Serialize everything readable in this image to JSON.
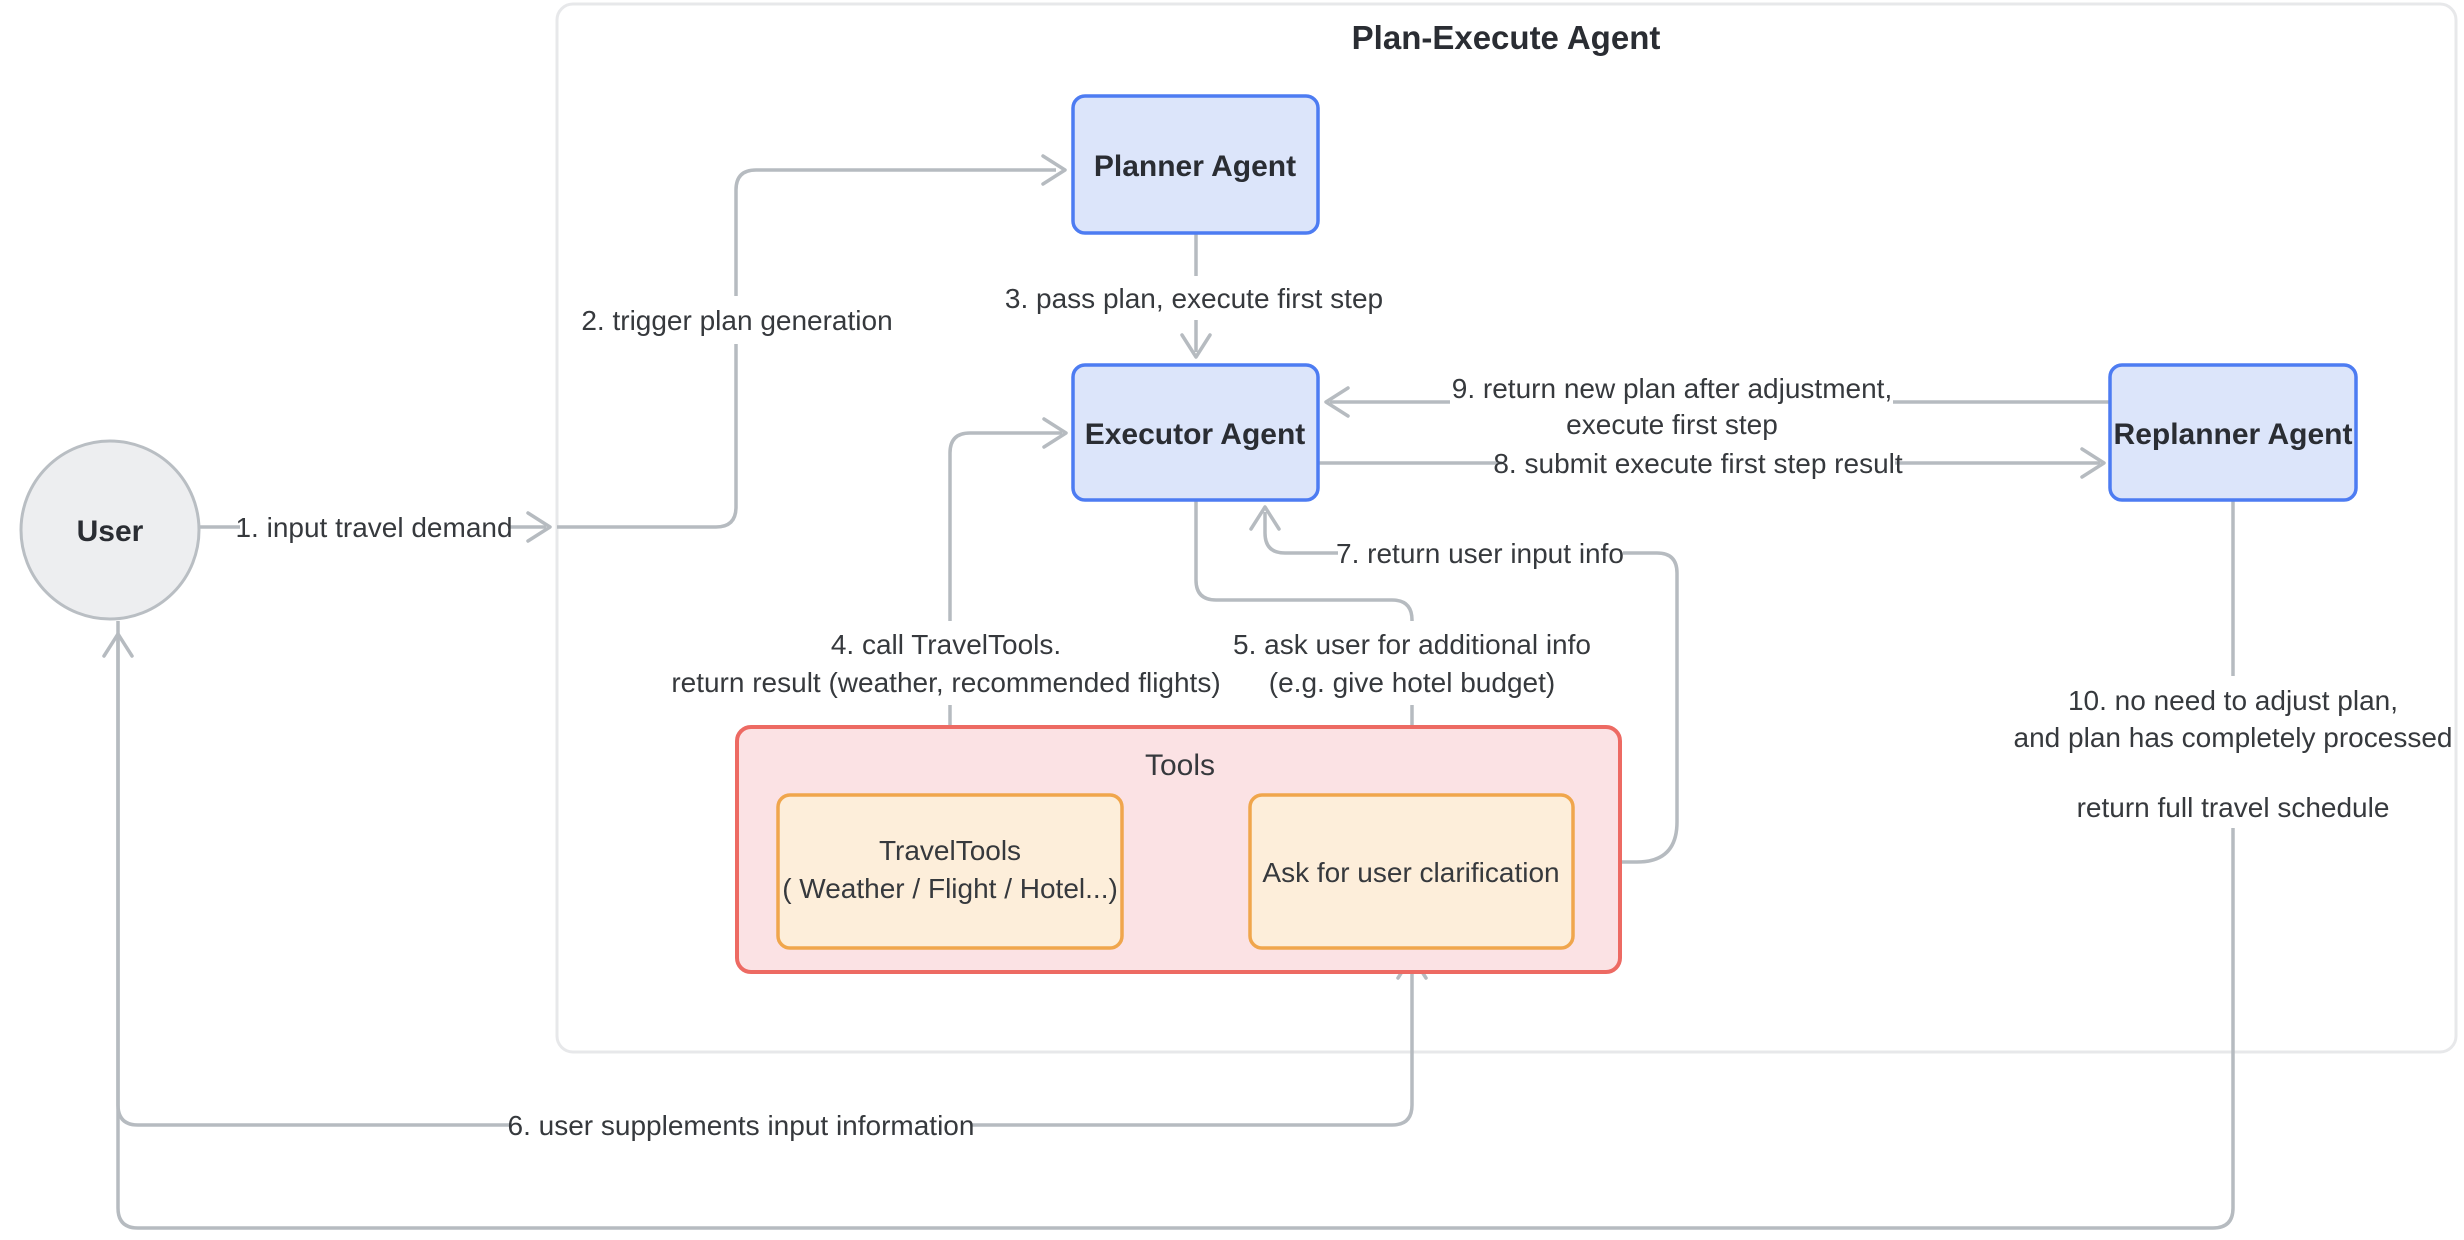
{
  "title": "Plan-Execute Agent",
  "colors": {
    "accent_blue_border": "#4d7cf2",
    "accent_blue_fill": "#dce5fa",
    "tools_red_border": "#ed6a63",
    "tools_red_fill": "#fbe2e4",
    "tool_orange_border": "#f0a64c",
    "tool_orange_fill": "#fdeeda",
    "user_gray_fill": "#edeef0",
    "user_gray_border": "#b9bec3",
    "edge_gray": "#b6bbc0",
    "container_border": "#e7e8ea",
    "text_dark": "#2a2d33",
    "label_text": "#36393d"
  },
  "nodes": {
    "user": {
      "label": "User"
    },
    "planner": {
      "label": "Planner Agent"
    },
    "executor": {
      "label": "Executor Agent"
    },
    "replanner": {
      "label": "Replanner Agent"
    },
    "tools_group": {
      "label": "Tools"
    },
    "travel_tools": {
      "line1": "TravelTools",
      "line2": "( Weather / Flight / Hotel...)"
    },
    "ask_user": {
      "label": "Ask for user clarification"
    }
  },
  "edges": {
    "e1": {
      "label": "1. input travel demand"
    },
    "e2": {
      "label": "2. trigger plan generation"
    },
    "e3": {
      "label": "3. pass plan, execute first step"
    },
    "e4": {
      "line1": "4. call TravelTools.",
      "line2": "return result (weather, recommended flights)"
    },
    "e5": {
      "line1": "5. ask user for additional info",
      "line2": "(e.g. give hotel budget)"
    },
    "e6": {
      "label": "6. user supplements input information"
    },
    "e7": {
      "label": "7. return user input info"
    },
    "e8": {
      "label": "8. submit execute first step result"
    },
    "e9": {
      "line1": "9. return new plan after adjustment,",
      "line2": "execute first step"
    },
    "e10": {
      "line1": "10. no need to adjust plan,",
      "line2": "and plan has completely processed",
      "line3": "return full travel schedule"
    }
  }
}
